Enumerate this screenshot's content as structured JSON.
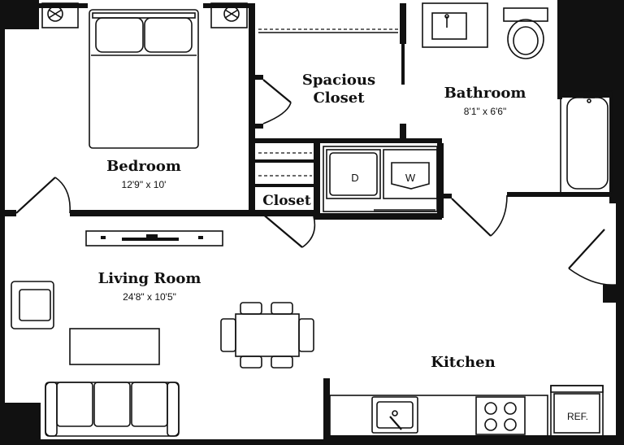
{
  "rooms": {
    "bedroom": {
      "name": "Bedroom",
      "dimensions": "12'9\" x 10'"
    },
    "closet_spacious": {
      "name_line1": "Spacious",
      "name_line2": "Closet"
    },
    "bathroom": {
      "name": "Bathroom",
      "dimensions": "8'1\" x 6'6\""
    },
    "closet": {
      "name": "Closet"
    },
    "living_room": {
      "name": "Living Room",
      "dimensions": "24'8\" x 10'5\""
    },
    "kitchen": {
      "name": "Kitchen"
    }
  },
  "appliances": {
    "dryer_label": "D",
    "washer_label": "W",
    "refrigerator_label": "REF."
  },
  "colors": {
    "wall": "#111111",
    "background": "#ffffff"
  }
}
